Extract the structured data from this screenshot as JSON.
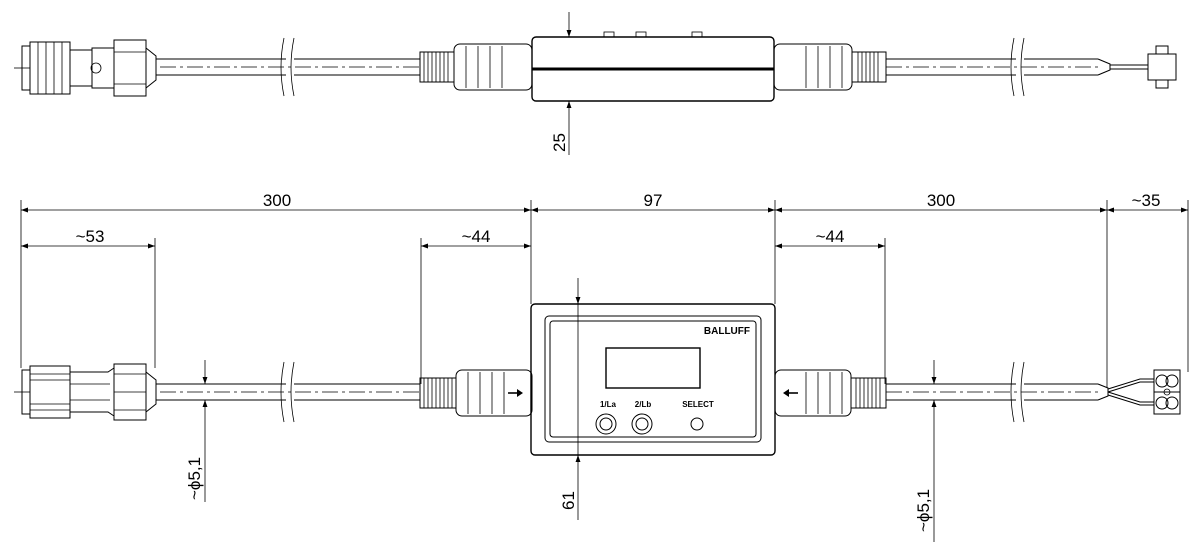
{
  "dimensions": {
    "top_height": "25",
    "left_cable_length": "300",
    "module_width": "97",
    "right_cable_length": "300",
    "terminal_length": "~35",
    "left_connector_length": "~53",
    "left_strain_relief": "~44",
    "right_strain_relief": "~44",
    "left_cable_diameter": "~ϕ5,1",
    "right_cable_diameter": "~ϕ5,1",
    "module_height": "61"
  },
  "device": {
    "brand": "BALLUFF",
    "buttons": [
      {
        "label": "1/La"
      },
      {
        "label": "2/Lb"
      },
      {
        "label": "SELECT"
      }
    ]
  }
}
